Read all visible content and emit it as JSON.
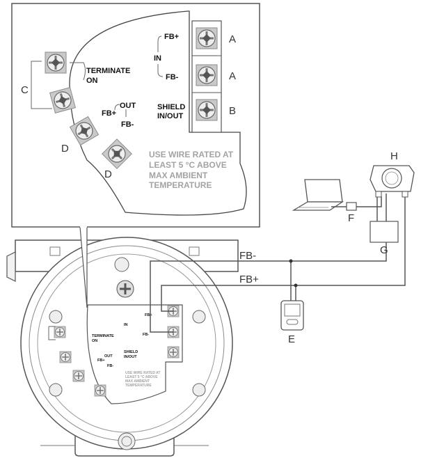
{
  "callout": {
    "terminate_on": [
      "TERMINATE",
      "ON"
    ],
    "out": "OUT",
    "fb_plus": "FB+",
    "fb_minus": "FB-",
    "in": "IN",
    "shield": [
      "SHIELD",
      "IN/OUT"
    ],
    "warning": [
      "USE WIRE RATED AT",
      "LEAST 5 °C ABOVE",
      "MAX AMBIENT",
      "TEMPERATURE"
    ],
    "letters": {
      "a1": "A",
      "a2": "A",
      "b": "B",
      "c": "C",
      "d1": "D",
      "d2": "D"
    }
  },
  "device": {
    "terminate_on": [
      "TERMINATE",
      "ON"
    ],
    "out": "OUT",
    "fb_plus": "FB+",
    "fb_minus": "FB-",
    "in": "IN",
    "shield": [
      "SHIELD",
      "IN/OUT"
    ],
    "warning": [
      "USE WIRE RATED AT",
      "LEAST 5 °C ABOVE",
      "MAX AMBIENT",
      "TEMPERATURE"
    ]
  },
  "wiring": {
    "fb_minus": "FB-",
    "fb_plus": "FB+",
    "e": "E",
    "f": "F",
    "g": "G",
    "h": "H"
  },
  "icons": [
    "screw-terminal-icon",
    "laptop-icon",
    "handheld-communicator-icon",
    "host-computer-icon",
    "terminator-icon",
    "power-supply-icon"
  ]
}
